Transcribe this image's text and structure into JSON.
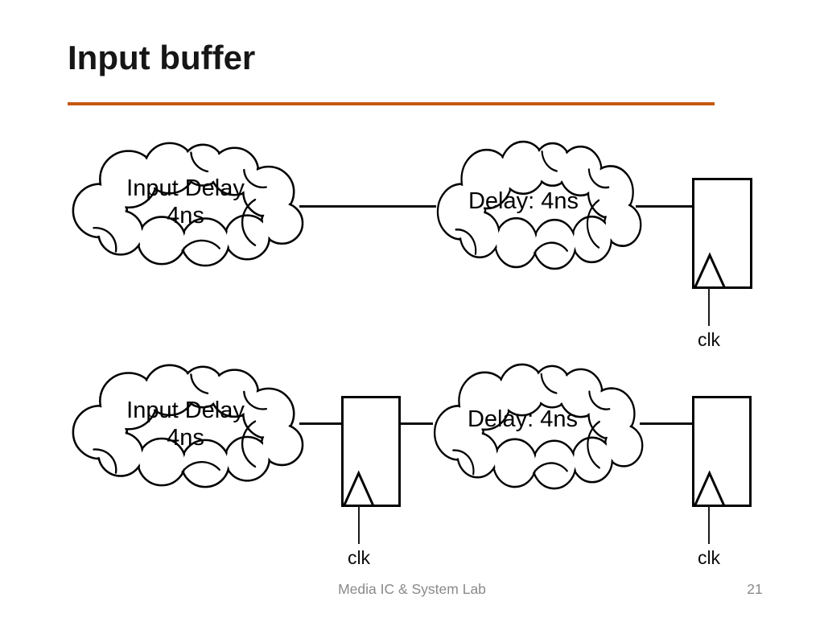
{
  "slide": {
    "title": "Input buffer",
    "footer": "Media IC & System Lab",
    "page_number": "21",
    "colors": {
      "accent_rule": "#C55A11",
      "diagram_stroke": "#000000",
      "footer_text": "#8A8A8A"
    }
  },
  "diagram": {
    "top_row": {
      "input_cloud": {
        "line1": "Input Delay",
        "line2": "4ns"
      },
      "delay_cloud": {
        "label": "Delay: 4ns"
      },
      "flipflop": {
        "clock_label": "clk"
      }
    },
    "bottom_row": {
      "input_cloud": {
        "line1": "Input Delay",
        "line2": "4ns"
      },
      "input_flipflop": {
        "clock_label": "clk"
      },
      "delay_cloud": {
        "label": "Delay: 4ns"
      },
      "capture_flipflop": {
        "clock_label": "clk"
      }
    }
  }
}
